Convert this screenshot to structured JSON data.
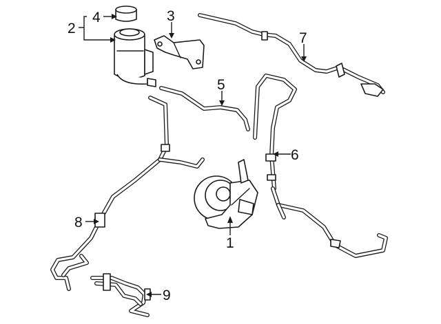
{
  "callouts": {
    "c1": "1",
    "c2": "2",
    "c3": "3",
    "c4": "4",
    "c5": "5",
    "c6": "6",
    "c7": "7",
    "c8": "8",
    "c9": "9"
  },
  "colors": {
    "line": "#1a1a1a",
    "background": "#ffffff"
  }
}
